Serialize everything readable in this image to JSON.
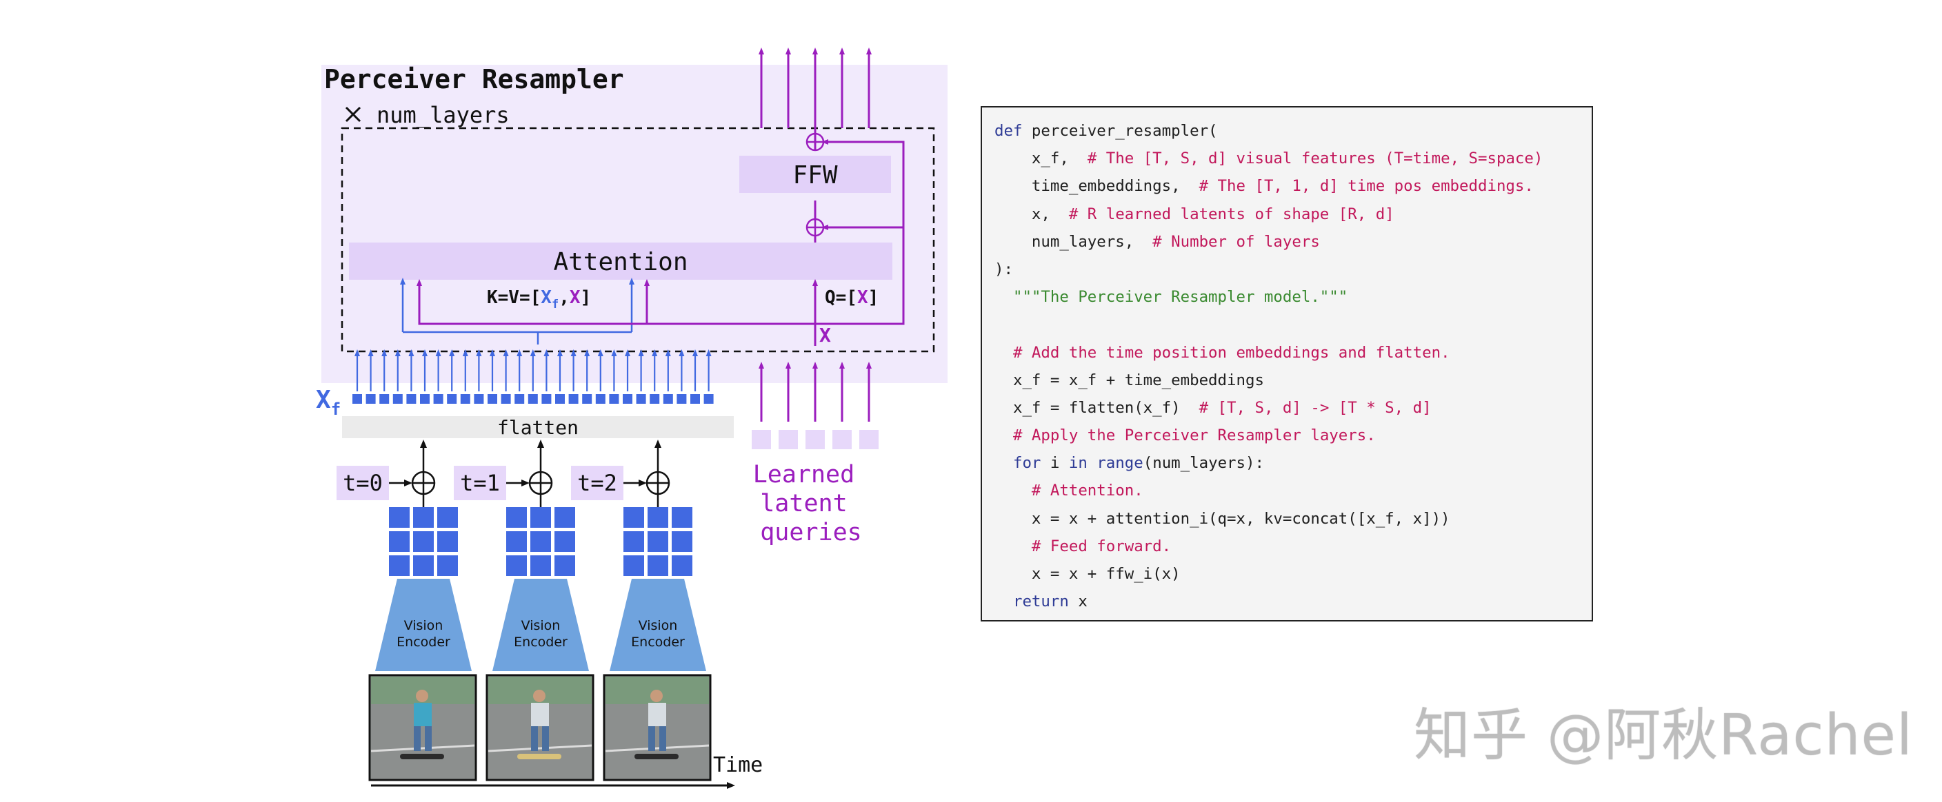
{
  "diagram": {
    "title": "Perceiver Resampler",
    "repeat_label": "num_layers",
    "ffw_label": "FFW",
    "attention_label": "Attention",
    "kv_prefix": "K=V=[",
    "kv_xf": "X",
    "kv_xf_sub": "f",
    "kv_comma": ",",
    "kv_x": "X",
    "kv_suffix": "]",
    "q_prefix": "Q=[",
    "q_x": "X",
    "q_suffix": "]",
    "x_label": "X",
    "xf_label": "X",
    "xf_sub": "f",
    "flatten_label": "flatten",
    "time_steps": [
      "t=0",
      "t=1",
      "t=2"
    ],
    "encoder_label_line1": "Vision",
    "encoder_label_line2": "Encoder",
    "time_axis_label": "Time",
    "latent_label_lines": [
      "Learned",
      "latent",
      "queries"
    ],
    "colors": {
      "panel_bg": "#f1eafc",
      "block_bg": "#e2d1f9",
      "purple": "#9b1ebe",
      "blue": "#4169e1",
      "light_blue": "#6fa3de",
      "latent": "#e7d8fa"
    }
  },
  "code": {
    "lines": [
      [
        {
          "t": "def ",
          "c": "kw"
        },
        {
          "t": "perceiver_resampler(",
          "c": ""
        }
      ],
      [
        {
          "t": "    x_f,  ",
          "c": ""
        },
        {
          "t": "# The [T, S, d] visual features (T=time, S=space)",
          "c": "cm"
        }
      ],
      [
        {
          "t": "    time_embeddings,  ",
          "c": ""
        },
        {
          "t": "# The [T, 1, d] time pos embeddings.",
          "c": "cm"
        }
      ],
      [
        {
          "t": "    x,  ",
          "c": ""
        },
        {
          "t": "# R learned latents of shape [R, d]",
          "c": "cm"
        }
      ],
      [
        {
          "t": "    num_layers,  ",
          "c": ""
        },
        {
          "t": "# Number of layers",
          "c": "cm"
        }
      ],
      [
        {
          "t": "):",
          "c": ""
        }
      ],
      [
        {
          "t": "  \"\"\"The Perceiver Resampler model.\"\"\"",
          "c": "st"
        }
      ],
      [
        {
          "t": "",
          "c": ""
        }
      ],
      [
        {
          "t": "  ",
          "c": ""
        },
        {
          "t": "# Add the time position embeddings and flatten.",
          "c": "cm"
        }
      ],
      [
        {
          "t": "  x_f = x_f + time_embeddings",
          "c": ""
        }
      ],
      [
        {
          "t": "  x_f = flatten(x_f)  ",
          "c": ""
        },
        {
          "t": "# [T, S, d] -> [T * S, d]",
          "c": "cm"
        }
      ],
      [
        {
          "t": "  ",
          "c": ""
        },
        {
          "t": "# Apply the Perceiver Resampler layers.",
          "c": "cm"
        }
      ],
      [
        {
          "t": "  ",
          "c": ""
        },
        {
          "t": "for",
          "c": "kw"
        },
        {
          "t": " i ",
          "c": ""
        },
        {
          "t": "in",
          "c": "kw"
        },
        {
          "t": " ",
          "c": ""
        },
        {
          "t": "range",
          "c": "kw"
        },
        {
          "t": "(num_layers):",
          "c": ""
        }
      ],
      [
        {
          "t": "    ",
          "c": ""
        },
        {
          "t": "# Attention.",
          "c": "cm"
        }
      ],
      [
        {
          "t": "    x = x + attention_i(q=x, kv=concat([x_f, x]))",
          "c": ""
        }
      ],
      [
        {
          "t": "    ",
          "c": ""
        },
        {
          "t": "# Feed forward.",
          "c": "cm"
        }
      ],
      [
        {
          "t": "    x = x + ffw_i(x)",
          "c": ""
        }
      ],
      [
        {
          "t": "  ",
          "c": ""
        },
        {
          "t": "return",
          "c": "kw"
        },
        {
          "t": " x",
          "c": ""
        }
      ]
    ]
  },
  "watermark": "知乎 @阿秋Rachel"
}
